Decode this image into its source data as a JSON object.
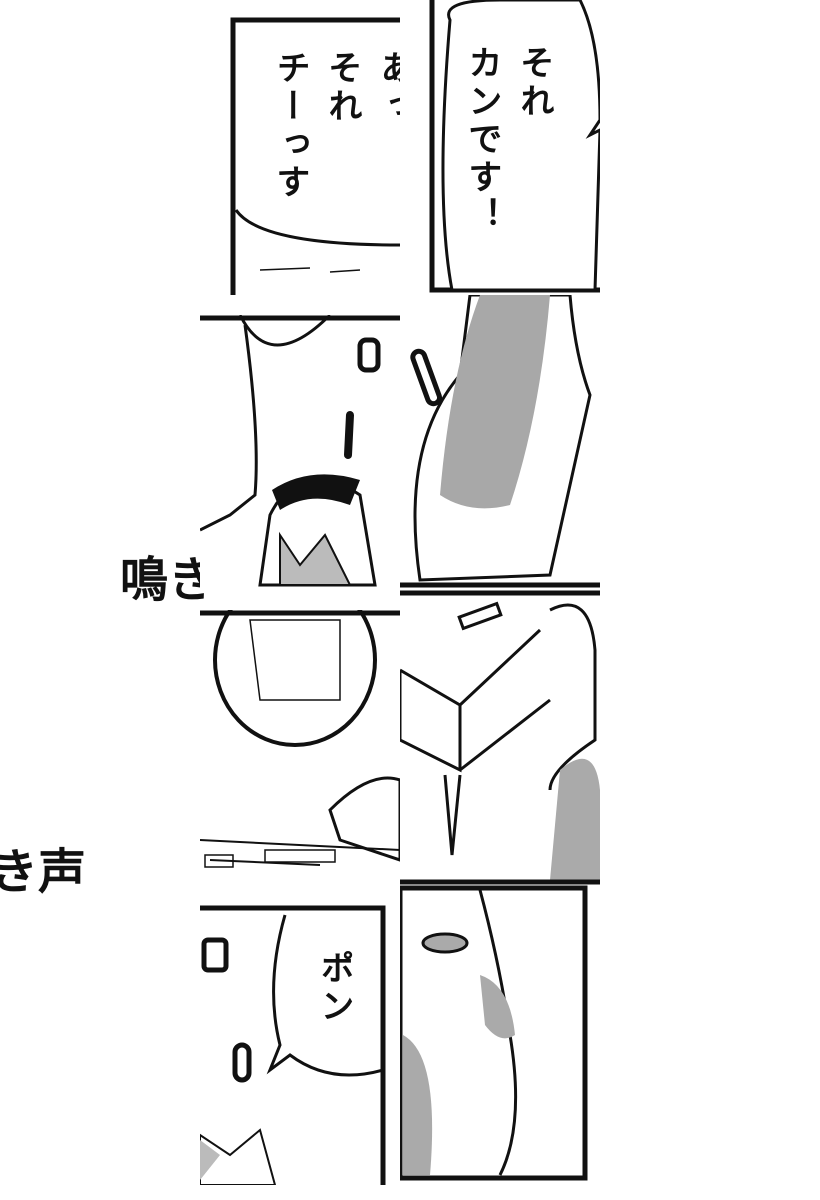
{
  "speech": {
    "kan": [
      "それ",
      "カンです！"
    ],
    "chi": [
      "あっ",
      "それ",
      "チーっす"
    ],
    "pon": "ポン"
  },
  "title_fragments": [
    "鳴き",
    "き声"
  ],
  "colors": {
    "ink": "#111111",
    "paper": "#ffffff",
    "screentone": "#9a9a9a"
  }
}
